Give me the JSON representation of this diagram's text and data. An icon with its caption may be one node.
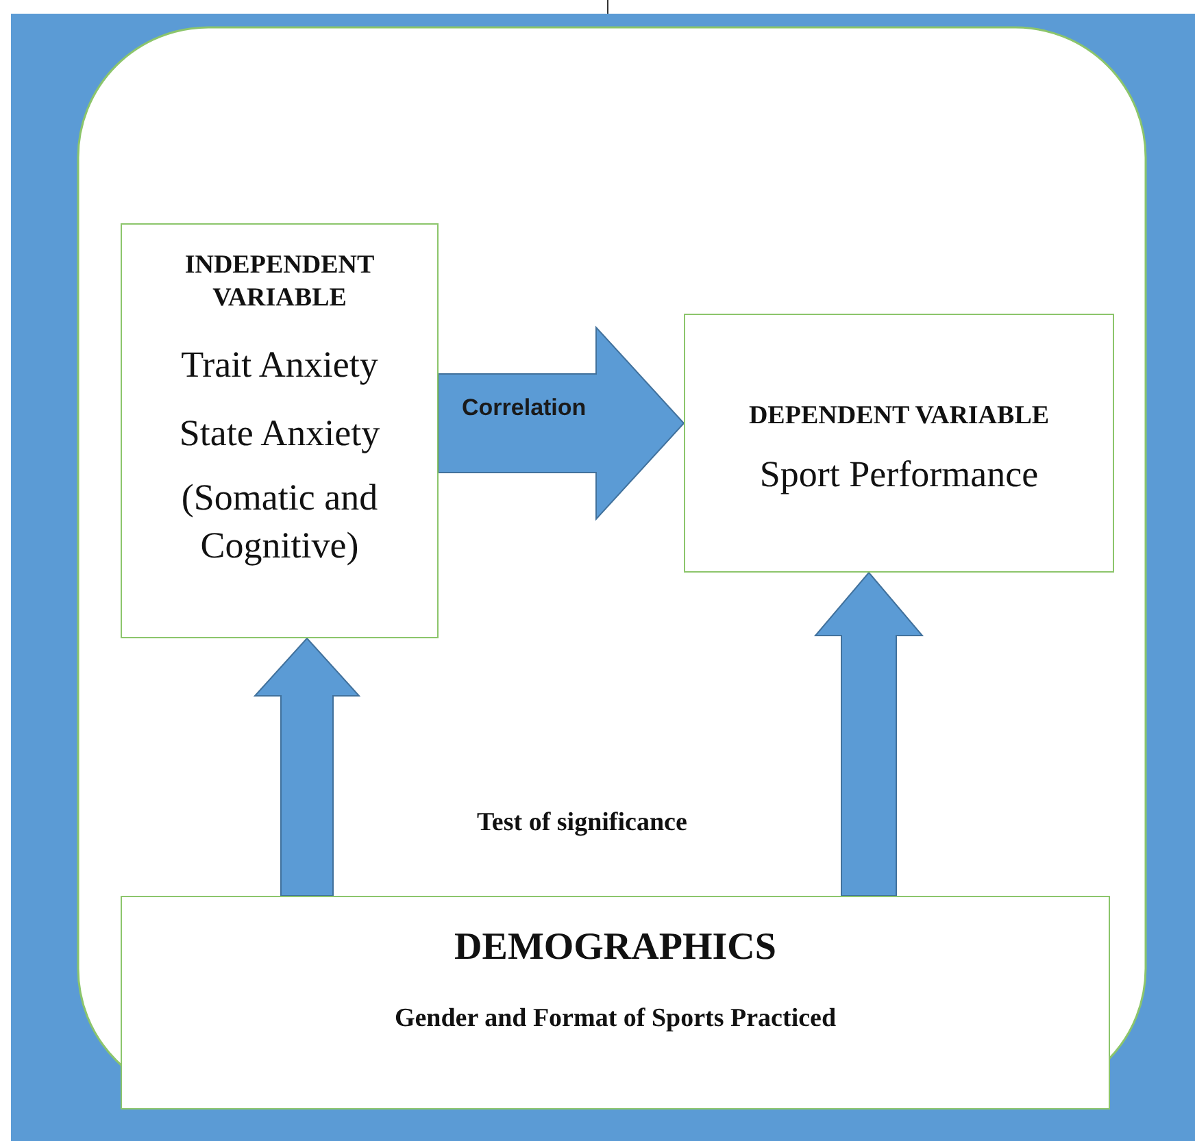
{
  "diagram": {
    "nodes": [
      {
        "text": [
          "INDEPENDENT VARIABLE",
          "Trait Anxiety",
          "State Anxiety",
          "(Somatic and Cognitive)"
        ]
      },
      {
        "text": [
          "DEPENDENT VARIABLE",
          "Sport Performance"
        ]
      },
      {
        "text": [
          "DEMOGRAPHICS",
          "Gender and Format of Sports Practiced"
        ]
      }
    ],
    "edges": [
      {
        "from": 0,
        "to": 1,
        "arrow": "to",
        "label": "Correlation",
        "style": "thick"
      },
      {
        "from": 2,
        "to": 0,
        "arrow": "to",
        "style": "thick"
      },
      {
        "from": 2,
        "to": 1,
        "arrow": "to",
        "style": "thick"
      }
    ],
    "labels": [
      "Test of significance"
    ]
  }
}
